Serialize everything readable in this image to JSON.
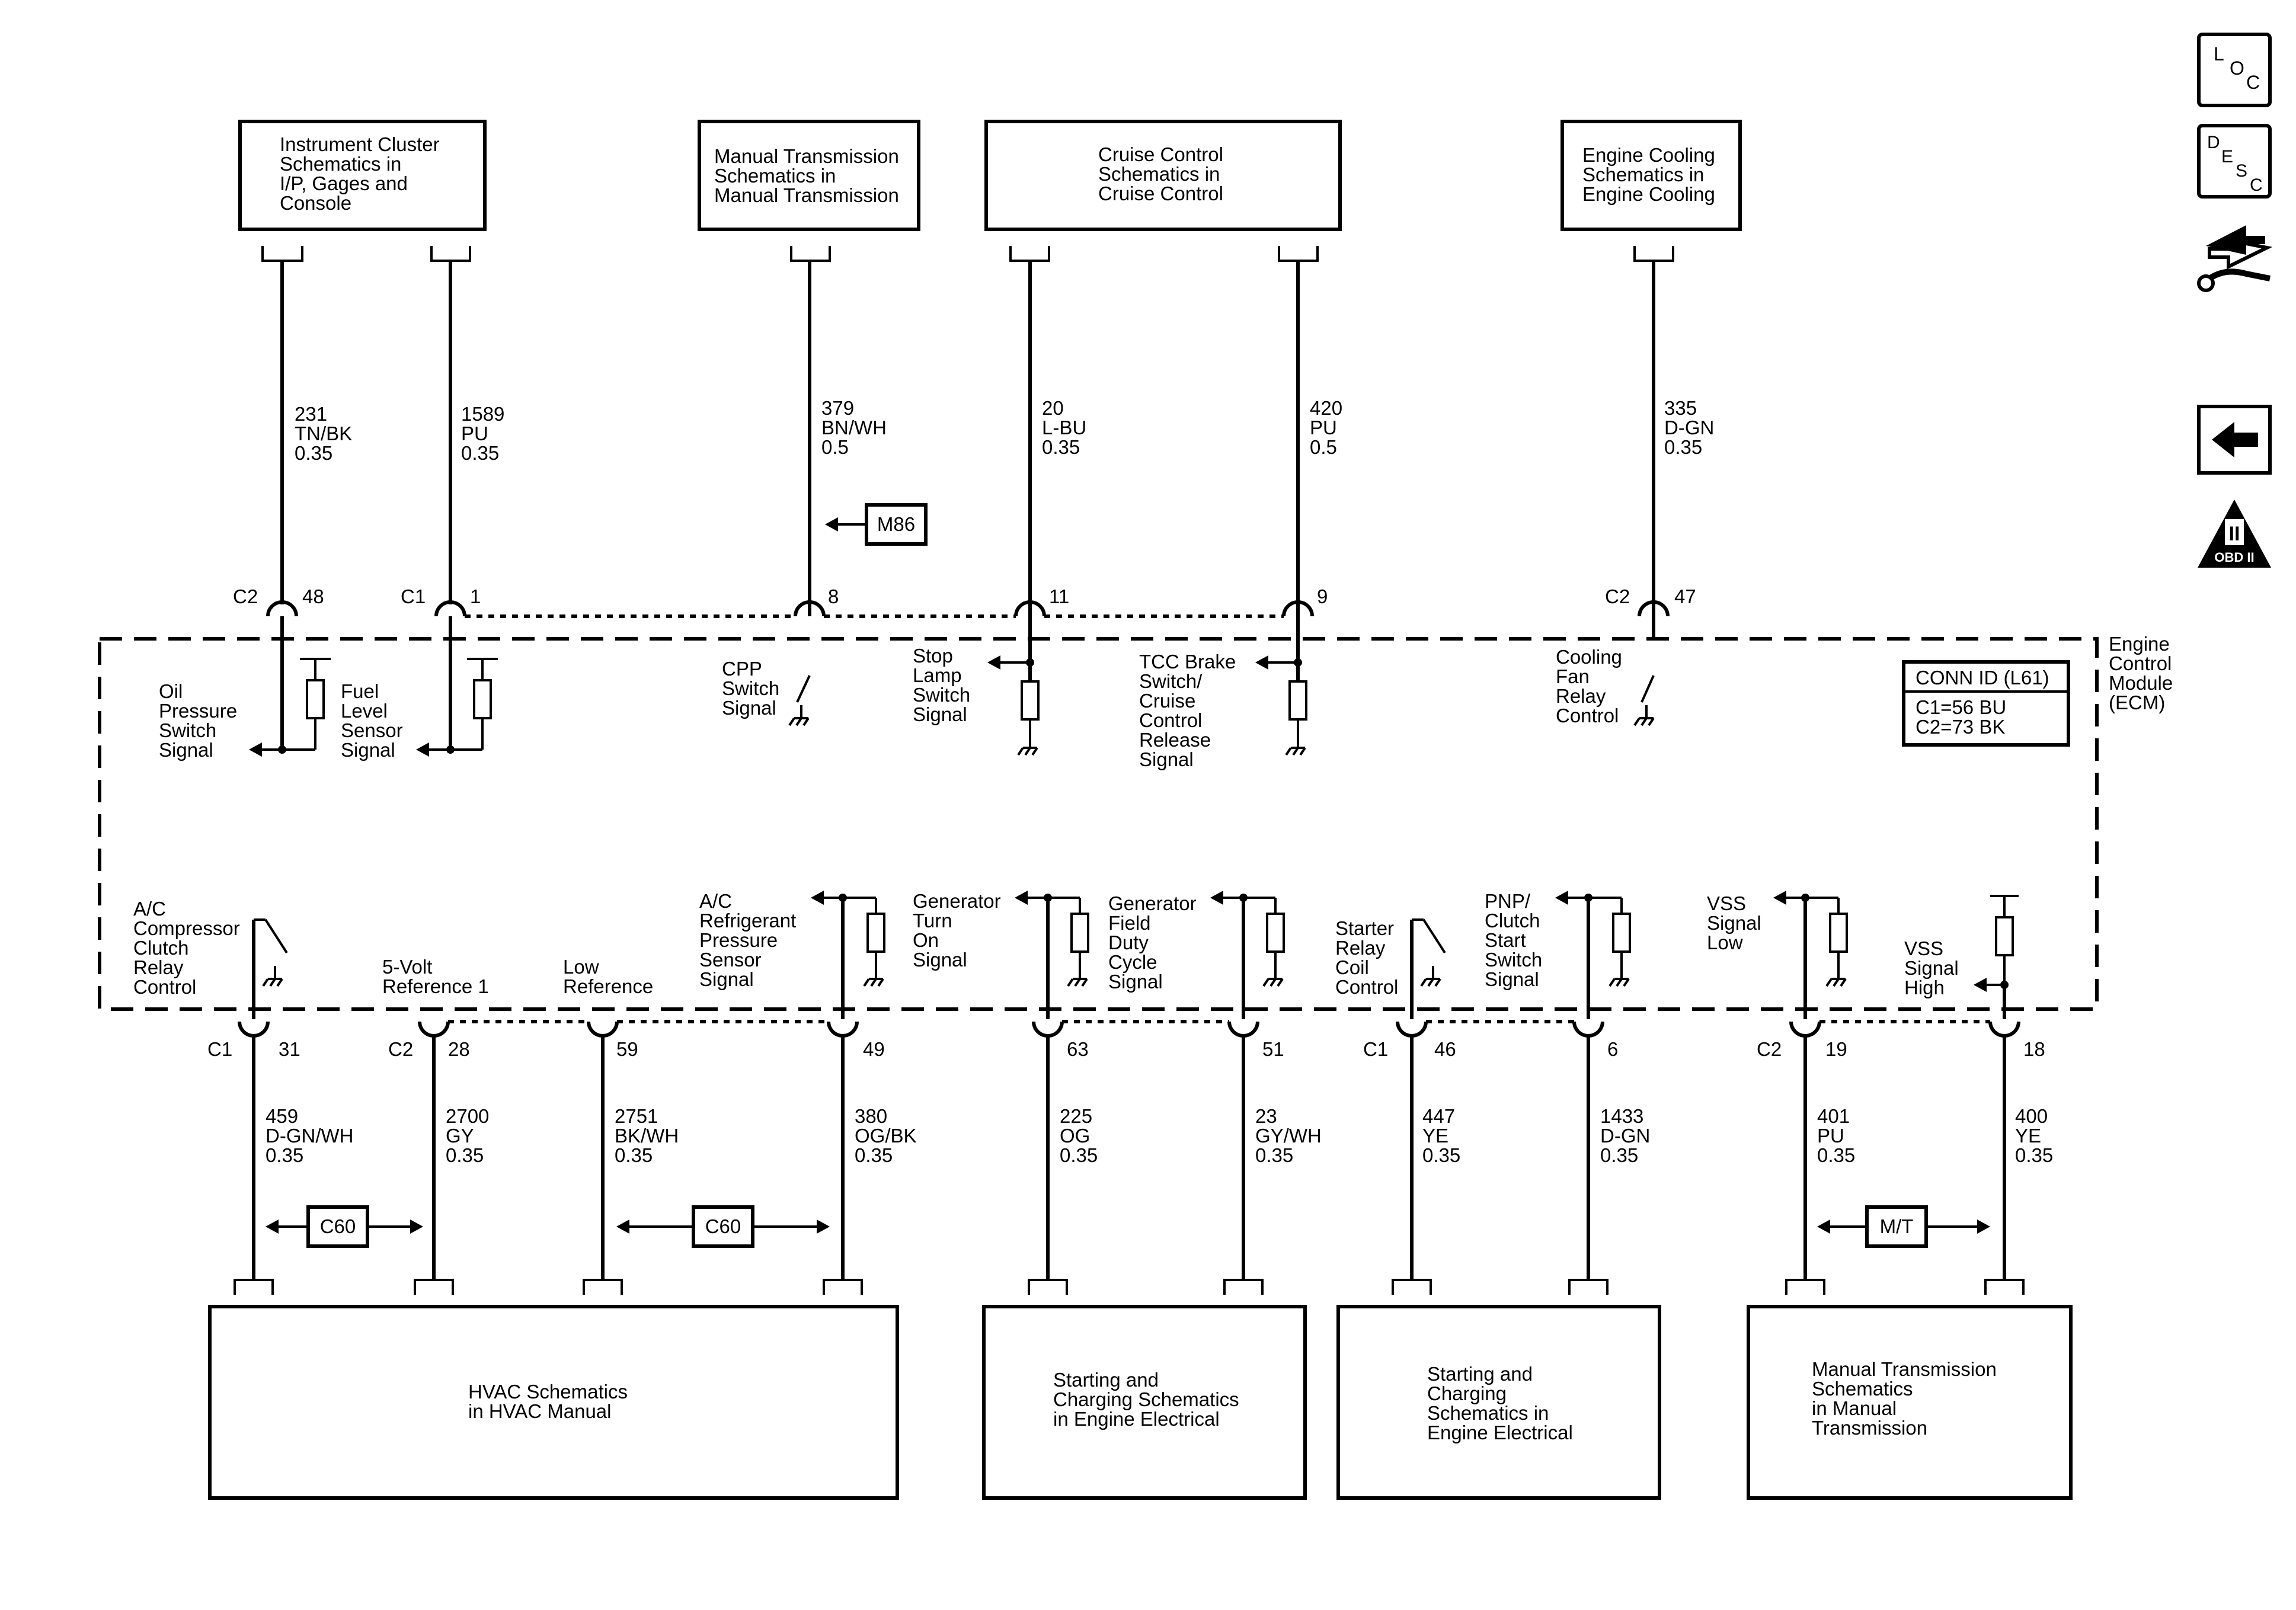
{
  "top_boxes": [
    {
      "id": "instrument",
      "lines": [
        "Instrument Cluster",
        "Schematics in",
        "I/P, Gages and",
        "Console"
      ]
    },
    {
      "id": "manual_trans_top",
      "lines": [
        "Manual Transmission",
        "Schematics in",
        "Manual Transmission"
      ]
    },
    {
      "id": "cruise",
      "lines": [
        "Cruise Control",
        "Schematics in",
        "Cruise Control"
      ]
    },
    {
      "id": "engine_cooling",
      "lines": [
        "Engine Cooling",
        "Schematics in",
        "Engine Cooling"
      ]
    }
  ],
  "bottom_boxes": [
    {
      "id": "hvac",
      "lines": [
        "HVAC Schematics",
        "in HVAC Manual"
      ]
    },
    {
      "id": "start_charge_1",
      "lines": [
        "Starting and",
        "Charging Schematics",
        "in Engine Electrical"
      ]
    },
    {
      "id": "start_charge_2",
      "lines": [
        "Starting and",
        "Charging",
        "Schematics in",
        "Engine Electrical"
      ]
    },
    {
      "id": "manual_trans_bottom",
      "lines": [
        "Manual Transmission",
        "Schematics",
        "in Manual",
        "Transmission"
      ]
    }
  ],
  "top_wires": [
    {
      "circuit": "231",
      "color": "TN/BK",
      "gauge": "0.35",
      "conn": "C2",
      "pin": "48",
      "signal": [
        "Oil",
        "Pressure",
        "Switch",
        "Signal"
      ]
    },
    {
      "circuit": "1589",
      "color": "PU",
      "gauge": "0.35",
      "conn": "C1",
      "pin": "1",
      "signal": [
        "Fuel",
        "Level",
        "Sensor",
        "Signal"
      ]
    },
    {
      "circuit": "379",
      "color": "BN/WH",
      "gauge": "0.5",
      "conn": "",
      "pin": "8",
      "signal": [
        "CPP",
        "Switch",
        "Signal"
      ]
    },
    {
      "circuit": "20",
      "color": "L-BU",
      "gauge": "0.35",
      "conn": "",
      "pin": "11",
      "signal": [
        "Stop",
        "Lamp",
        "Switch",
        "Signal"
      ]
    },
    {
      "circuit": "420",
      "color": "PU",
      "gauge": "0.5",
      "conn": "",
      "pin": "9",
      "signal": [
        "TCC Brake",
        "Switch/",
        "Cruise",
        "Control",
        "Release",
        "Signal"
      ]
    },
    {
      "circuit": "335",
      "color": "D-GN",
      "gauge": "0.35",
      "conn": "C2",
      "pin": "47",
      "signal": [
        "Cooling",
        "Fan",
        "Relay",
        "Control"
      ]
    }
  ],
  "bottom_wires": [
    {
      "circuit": "459",
      "color": "D-GN/WH",
      "gauge": "0.35",
      "conn": "C1",
      "pin": "31",
      "signal": [
        "A/C",
        "Compressor",
        "Clutch",
        "Relay",
        "Control"
      ]
    },
    {
      "circuit": "2700",
      "color": "GY",
      "gauge": "0.35",
      "conn": "C2",
      "pin": "28",
      "signal": [
        "5-Volt",
        "Reference 1"
      ]
    },
    {
      "circuit": "2751",
      "color": "BK/WH",
      "gauge": "0.35",
      "conn": "",
      "pin": "59",
      "signal": [
        "Low",
        "Reference"
      ]
    },
    {
      "circuit": "380",
      "color": "OG/BK",
      "gauge": "0.35",
      "conn": "",
      "pin": "49",
      "signal": [
        "A/C",
        "Refrigerant",
        "Pressure",
        "Sensor",
        "Signal"
      ]
    },
    {
      "circuit": "225",
      "color": "OG",
      "gauge": "0.35",
      "conn": "",
      "pin": "63",
      "signal": [
        "Generator",
        "Turn",
        "On",
        "Signal"
      ]
    },
    {
      "circuit": "23",
      "color": "GY/WH",
      "gauge": "0.35",
      "conn": "",
      "pin": "51",
      "signal": [
        "Generator",
        "Field",
        "Duty",
        "Cycle",
        "Signal"
      ]
    },
    {
      "circuit": "447",
      "color": "YE",
      "gauge": "0.35",
      "conn": "C1",
      "pin": "46",
      "signal": [
        "Starter",
        "Relay",
        "Coil",
        "Control"
      ]
    },
    {
      "circuit": "1433",
      "color": "D-GN",
      "gauge": "0.35",
      "conn": "",
      "pin": "6",
      "signal": [
        "PNP/",
        "Clutch",
        "Start",
        "Switch",
        "Signal"
      ]
    },
    {
      "circuit": "401",
      "color": "PU",
      "gauge": "0.35",
      "conn": "C2",
      "pin": "19",
      "signal": [
        "VSS",
        "Signal",
        "Low"
      ]
    },
    {
      "circuit": "400",
      "color": "YE",
      "gauge": "0.35",
      "conn": "",
      "pin": "18",
      "signal": [
        "VSS",
        "Signal",
        "High"
      ]
    }
  ],
  "module": {
    "lines": [
      "Engine",
      "Control",
      "Module",
      "(ECM)"
    ]
  },
  "conn_id": {
    "title": "CONN ID (L61)",
    "c1": "C1=56 BU",
    "c2": "C2=73 BK"
  },
  "refs": {
    "m86": "M86",
    "c60_a": "C60",
    "c60_b": "C60",
    "mt": "M/T"
  },
  "side_icons": {
    "loc": [
      "L",
      "O",
      "C"
    ],
    "desc": [
      "D",
      "E",
      "S",
      "C"
    ],
    "obd_numeral": "II",
    "obd_label": "OBD II"
  }
}
